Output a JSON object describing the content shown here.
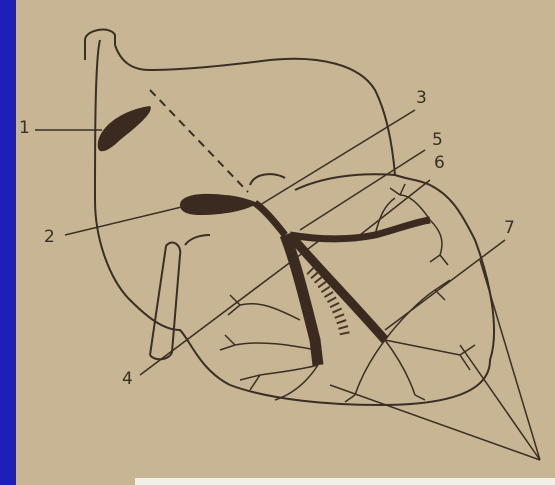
{
  "diagram": {
    "labels": [
      {
        "id": "1",
        "text": "1"
      },
      {
        "id": "2",
        "text": "2"
      },
      {
        "id": "3",
        "text": "3"
      },
      {
        "id": "4",
        "text": "4"
      },
      {
        "id": "5",
        "text": "5"
      },
      {
        "id": "6",
        "text": "6"
      },
      {
        "id": "7",
        "text": "7"
      }
    ],
    "colors": {
      "background": "#1d1fb8",
      "paper": "#c8b594",
      "ink": "#3a2f25",
      "node": "#3b2a20"
    }
  }
}
